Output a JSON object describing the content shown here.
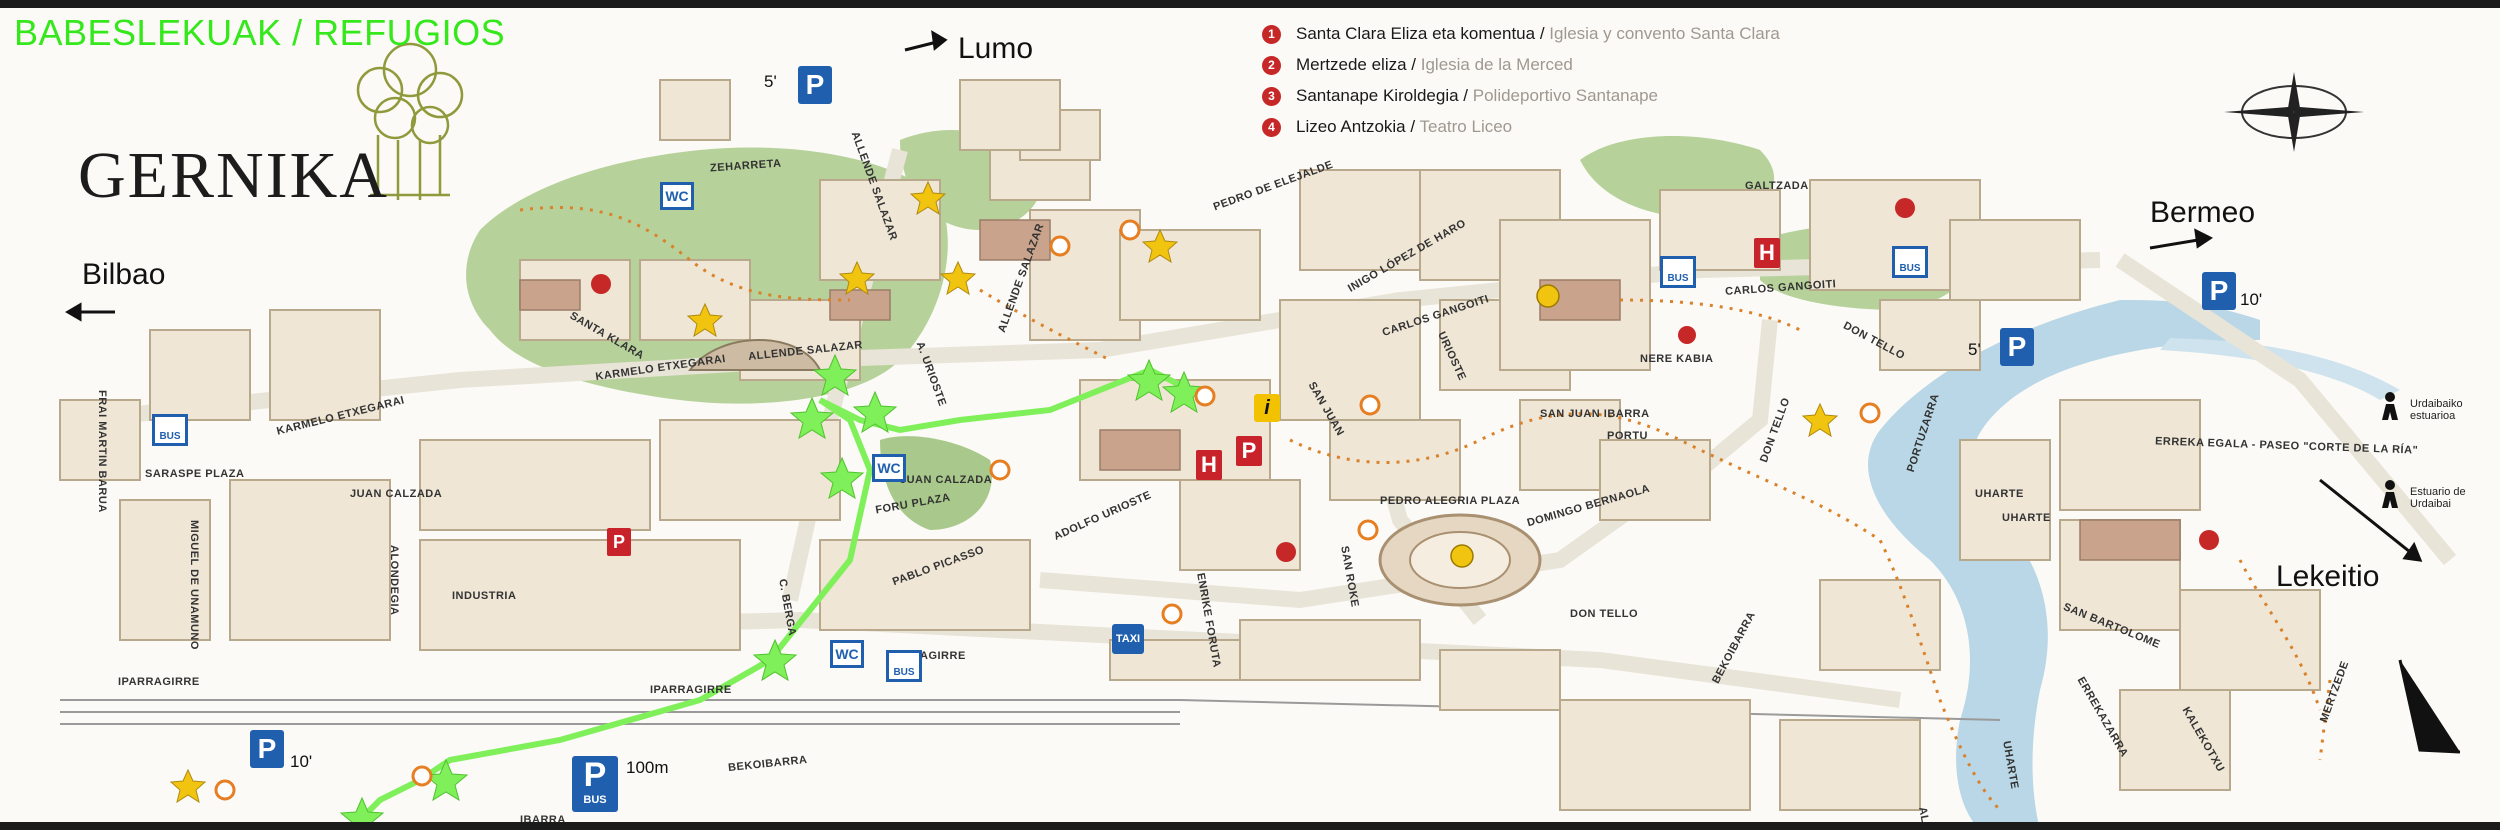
{
  "header": {
    "refuges_title": "BABESLEKUAK / REFUGIOS",
    "brand": "GERNIKA"
  },
  "directions": {
    "lumo": "Lumo",
    "bilbao": "Bilbao",
    "bermeo": "Bermeo",
    "lekeitio": "Lekeitio"
  },
  "legend": [
    {
      "num": "1",
      "eu": "Santa Clara Eliza eta komentua",
      "es": "Iglesia y convento Santa Clara"
    },
    {
      "num": "2",
      "eu": "Mertzede eliza",
      "es": "Iglesia de la Merced"
    },
    {
      "num": "3",
      "eu": "Santanape Kiroldegia",
      "es": "Polideportivo Santanape"
    },
    {
      "num": "4",
      "eu": "Lizeo Antzokia",
      "es": "Teatro Liceo"
    }
  ],
  "legend_sep": " / ",
  "streets": {
    "zeharreta": "ZEHARRETA",
    "allende_salazar_vert": "ALLENDE SALAZAR",
    "pedro_elejalde": "PEDRO DE ELEJALDE",
    "galtzada": "GALTZADA",
    "inigo_lopez_haro": "INIGO LÓPEZ DE HARO",
    "carlos_gangoiti_1": "CARLOS GANGOITI",
    "carlos_gangoiti_2": "CARLOS GANGOITI",
    "allende_salazar": "ALLENDE SALAZAR",
    "karmelo_etxegarai_1": "KARMELO ETXEGARAI",
    "karmelo_etxegarai_2": "KARMELO ETXEGARAI",
    "a_urioste": "A. URIOSTE",
    "juan_calzada_1": "JUAN CALZADA",
    "juan_calzada_2": "JUAN CALZADA",
    "adolfo_urioste": "ADOLFO URIOSTE",
    "pablo_picasso": "PABLO PICASSO",
    "foru_plaza": "FORU PLAZA",
    "industria": "INDUSTRIA",
    "iparragirre_1": "IPARRAGIRRE",
    "iparragirre_2": "IPARRAGIRRE",
    "agirre": "AGIRRE",
    "c_berga": "C. BERGA",
    "bekoibarra_1": "BEKOIBARRA",
    "bekoibarra_2": "BEKOIBARRA",
    "ibarra": "IBARRA",
    "sarasperri": "SARASPE PLAZA",
    "miguel_unamuno": "MIGUEL DE UNAMUNO",
    "fray_martin": "FRAI MARTIN BARUA",
    "alondegia": "ALONDEGIA",
    "san_juan": "SAN JUAN",
    "urioste": "URIOSTE",
    "portu": "PORTU",
    "don_tello_1": "DON TELLO",
    "don_tello_2": "DON TELLO",
    "don_tello_3": "DON TELLO",
    "nere_kabia": "NERE KABIA",
    "san_juan_ibarra": "SAN JUAN IBARRA",
    "domingo_bernaola": "DOMINGO BERNAOLA",
    "san_roke": "SAN ROKE",
    "pedro_alegria": "PEDRO ALEGRIA PLAZA",
    "uharte_1": "UHARTE",
    "uharte_2": "UHARTE",
    "uharte_3": "UHARTE",
    "portuzarra": "PORTUZARRA",
    "san_bartolome": "SAN BARTOLOME",
    "errekazarra": "ERREKAZARRA",
    "kalekotxu": "KALEKOTXU",
    "merkezede": "MERTZEDE",
    "ereka_egala": "ERREKA EGALA - PASEO \"CORTE DE LA RÍA\"",
    "santa_klara": "SANTA KLARA",
    "ald": "ALD",
    "pedro_de_urioste": "ENRIKE FORUTA",
    "allende_vert2": "ALLENDE SALAZAR"
  },
  "side_notes": {
    "urdaibai_1": "Urdaibaiko\nestuarioa",
    "urdaibai_2": "Estuario de\nUrdaibai"
  },
  "signs": {
    "wc": "WC",
    "bus": "BUS",
    "p": "P",
    "taxi": "TAXI",
    "h": "H",
    "i": "i",
    "time_5": "5'",
    "time_10": "10'",
    "dist_100": "100m"
  },
  "colors": {
    "accent_green": "#35e81b",
    "route_green": "#7ff05a",
    "sign_blue": "#1f5fae",
    "legend_red": "#c62828",
    "star_yellow": "#f1c40f",
    "orange_marker": "#e67e22",
    "water": "#b9d7e6",
    "park": "#a8c98b"
  },
  "icons": {
    "compass": "compass-rose-icon",
    "walker": "hiker-icon"
  }
}
